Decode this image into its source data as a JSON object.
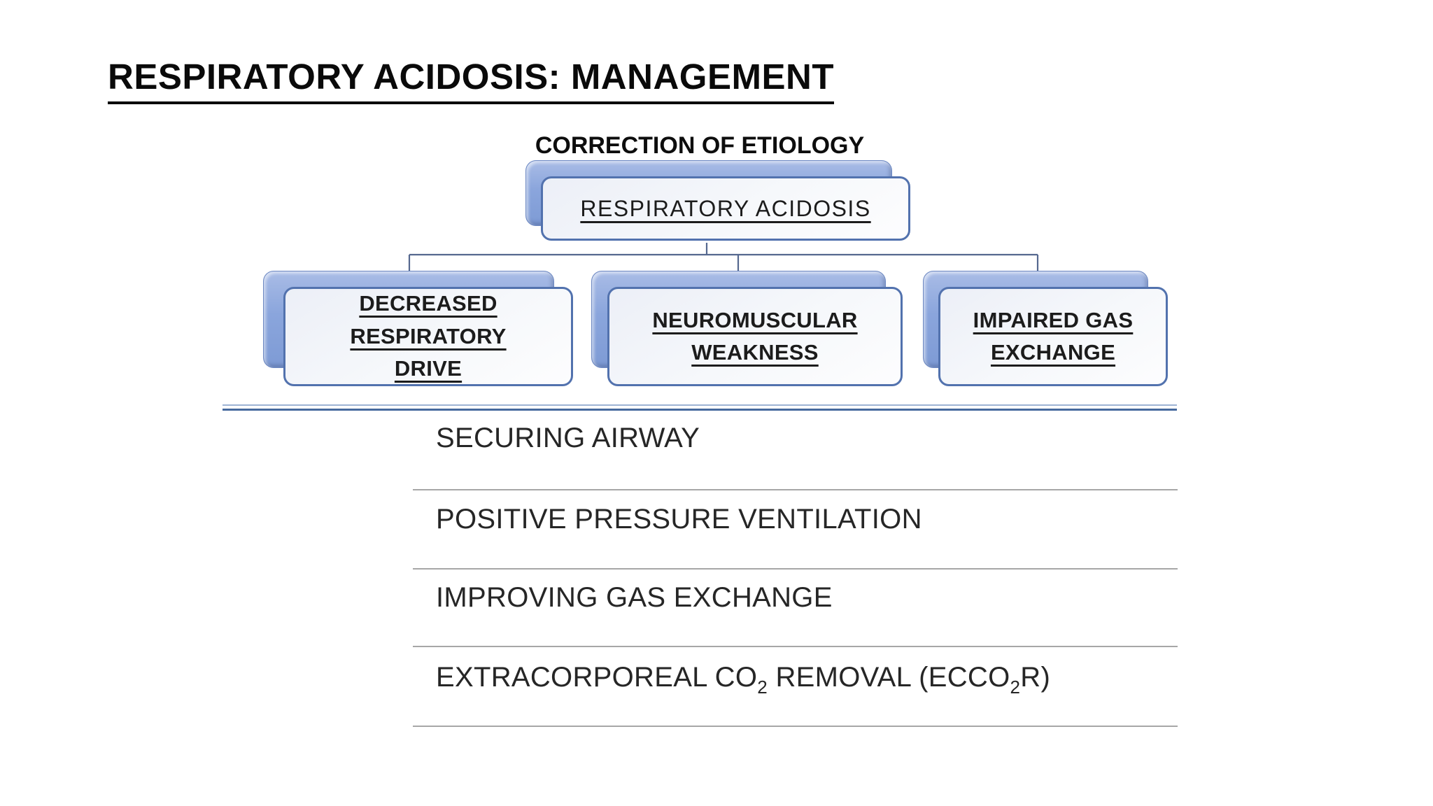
{
  "slide": {
    "title": "RESPIRATORY ACIDOSIS: MANAGEMENT",
    "section_heading": "CORRECTION OF ETIOLOGY"
  },
  "diagram": {
    "type": "org-chart",
    "root": {
      "label": "RESPIRATORY ACIDOSIS"
    },
    "children": [
      {
        "label": "DECREASED RESPIRATORY\nDRIVE"
      },
      {
        "label": "NEUROMUSCULAR\nWEAKNESS"
      },
      {
        "label": "IMPAIRED GAS\nEXCHANGE"
      }
    ]
  },
  "management_list": {
    "items": [
      {
        "label": "SECURING AIRWAY"
      },
      {
        "label": "POSITIVE PRESSURE VENTILATION"
      },
      {
        "label": "IMPROVING GAS EXCHANGE"
      },
      {
        "label_parts": {
          "pre": "EXTRACORPOREAL CO",
          "sub1": "2",
          "mid": " REMOVAL (ECCO",
          "sub2": "2",
          "post": "R)"
        }
      }
    ]
  },
  "colors": {
    "back_box_blue": "#8aa5dc",
    "box_border_blue": "#5272ae",
    "connector_blue": "#55688f",
    "divider_blue_dark": "#46699e",
    "divider_blue_light": "#9db3d4",
    "separator_gray": "#a7a7a7",
    "title_black": "#0a0a0a",
    "body_text": "#262626"
  }
}
